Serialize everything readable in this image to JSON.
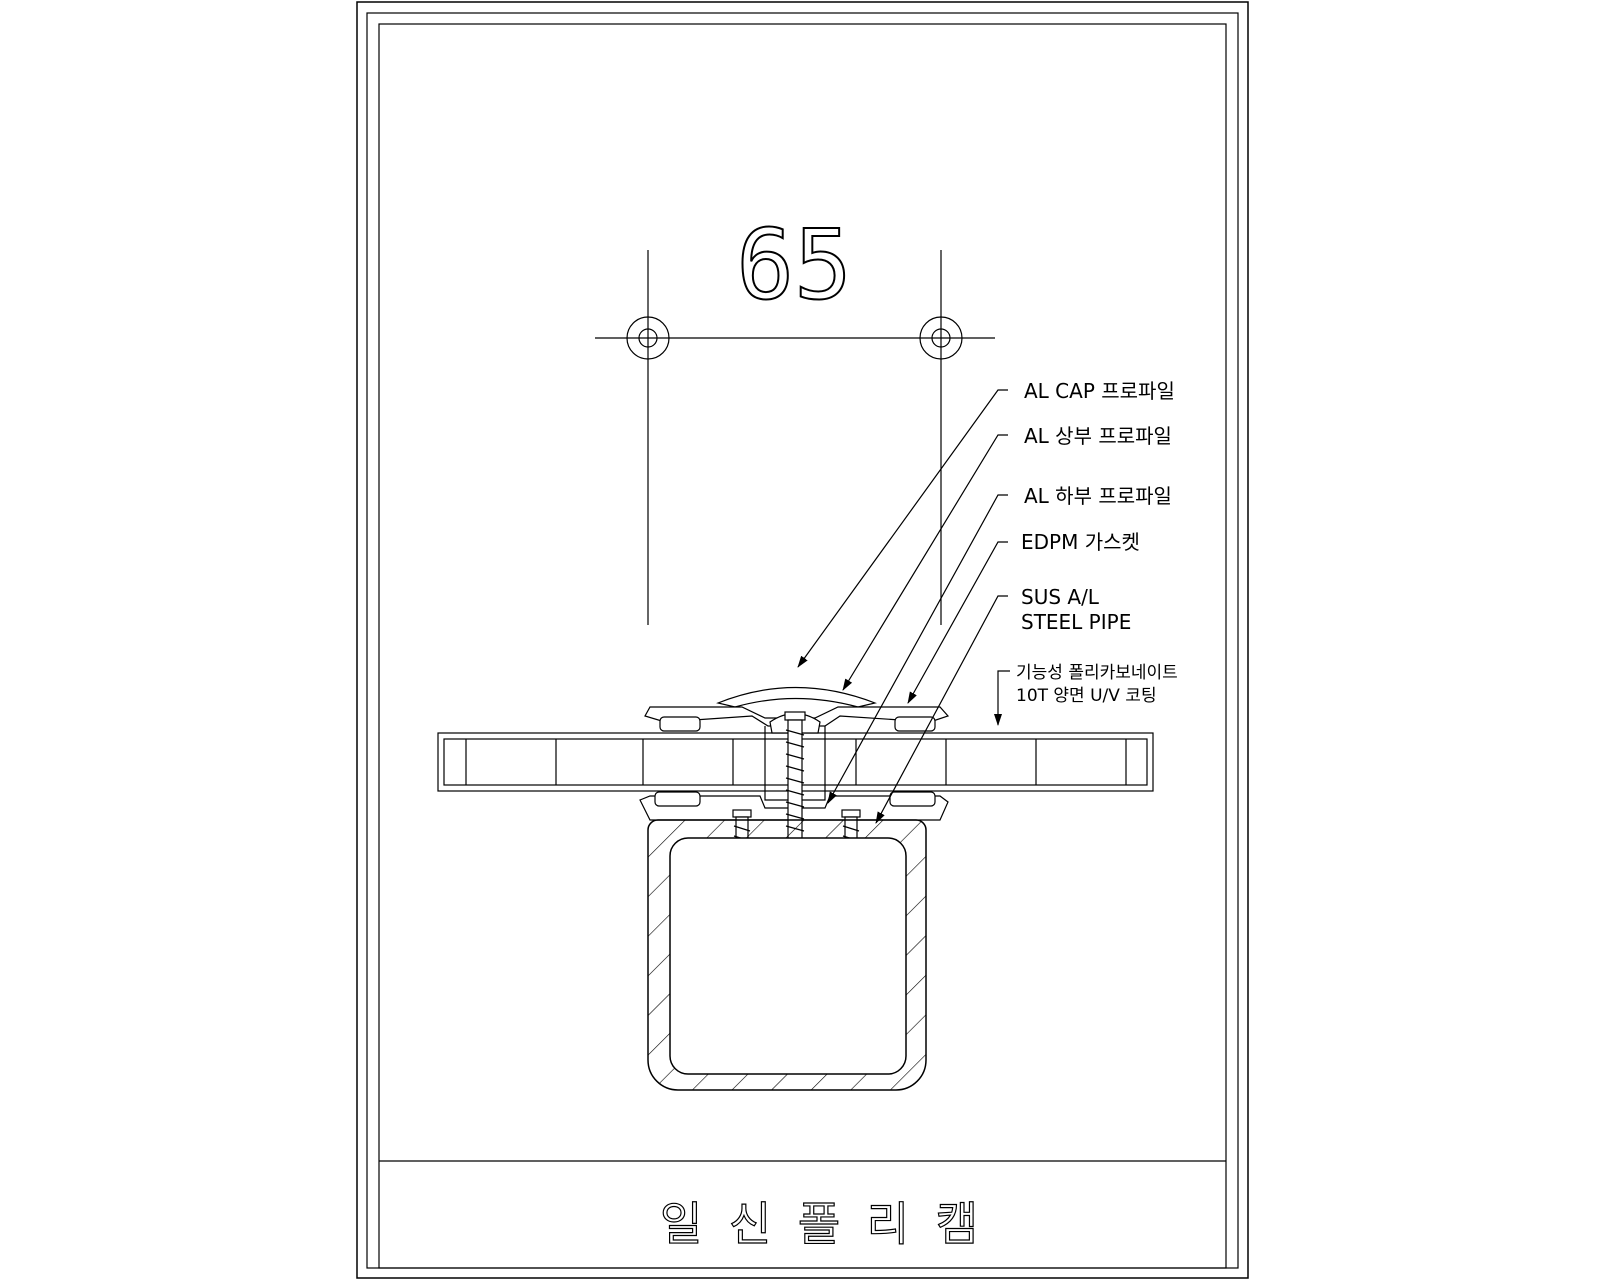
{
  "dimension": {
    "value": "65"
  },
  "callouts": [
    {
      "id": "al-cap",
      "label": "AL CAP 프로파일"
    },
    {
      "id": "al-upper",
      "label": "AL 상부 프로파일"
    },
    {
      "id": "al-lower",
      "label": "AL 하부 프로파일"
    },
    {
      "id": "edpm",
      "label": "EDPM 가스켓"
    },
    {
      "id": "sus",
      "lines": [
        "SUS A/L",
        "STEEL PIPE"
      ]
    },
    {
      "id": "polycarbonate",
      "lines": [
        "기능성 폴리카보네이트",
        "10T 양면 U/V 코팅"
      ]
    }
  ],
  "title_block": {
    "title": "일 신 폴 리 캠"
  }
}
